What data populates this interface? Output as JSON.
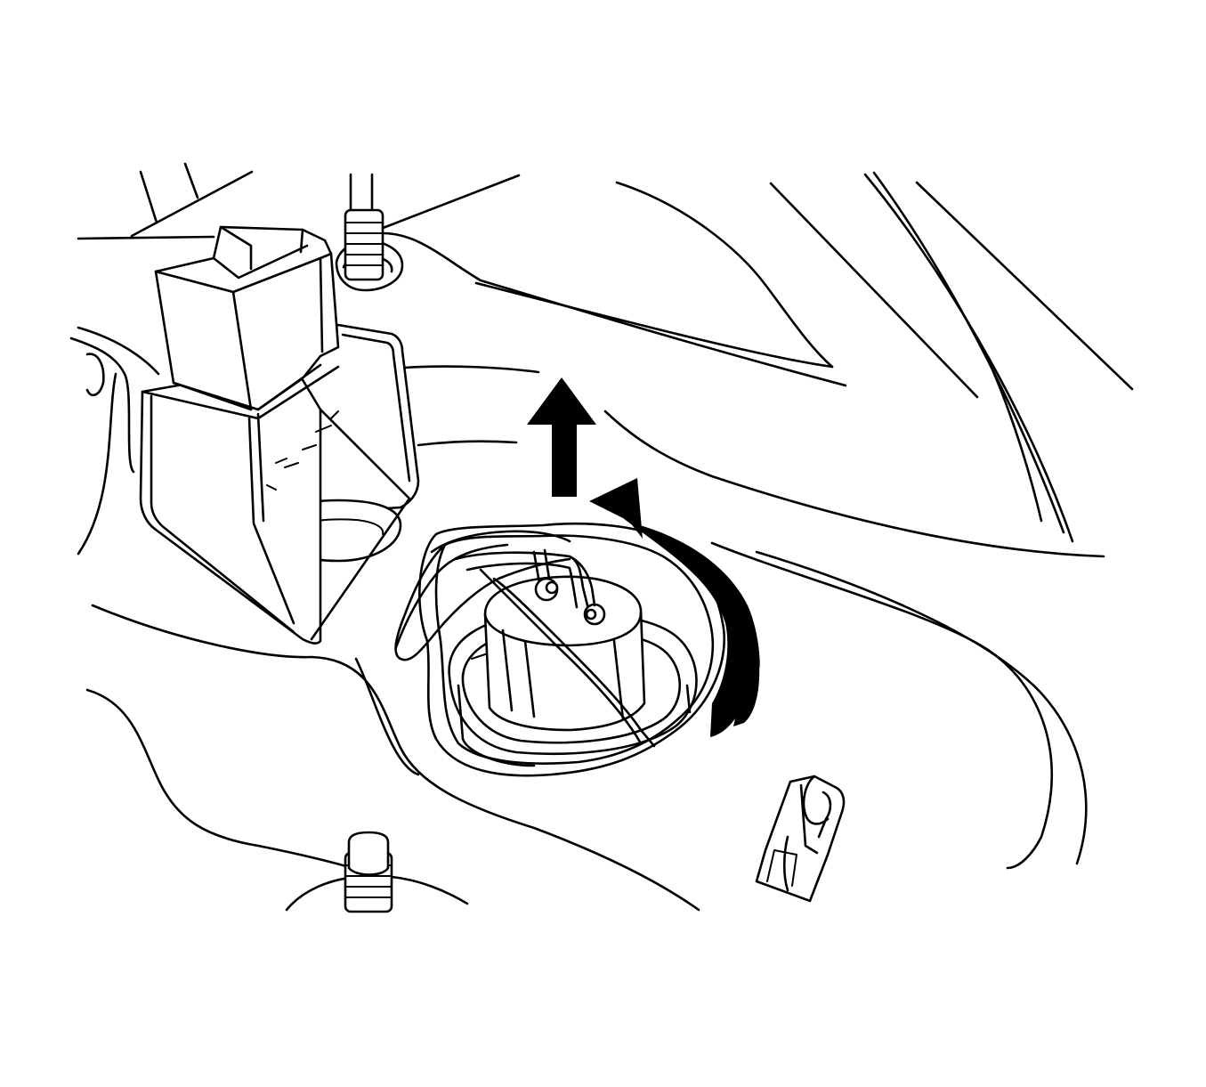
{
  "figure": {
    "description_text": "",
    "colors": {
      "line": "#000000",
      "background": "#ffffff",
      "arrow": "#000000"
    },
    "parts": [
      {
        "id": "electrical-connector",
        "icon": "connector-shape"
      },
      {
        "id": "fuel-pump-module",
        "icon": "pump-module-shape"
      },
      {
        "id": "fuel-pipes",
        "icon": "pipe-shape"
      },
      {
        "id": "upward-arrow",
        "icon": "arrow-up",
        "meaning": "lift"
      },
      {
        "id": "rotation-arrow",
        "icon": "arrow-counterclockwise",
        "meaning": "rotate"
      },
      {
        "id": "stud-top",
        "icon": "stud-shape"
      },
      {
        "id": "stud-bottom",
        "icon": "stud-shape"
      },
      {
        "id": "retaining-clip",
        "icon": "clip-shape"
      }
    ]
  }
}
